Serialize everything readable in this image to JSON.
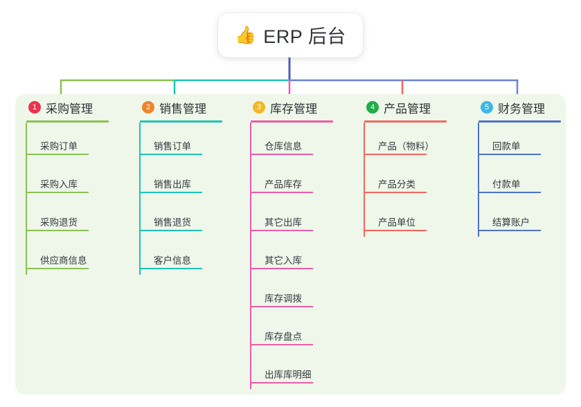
{
  "diagram": {
    "type": "mind-map",
    "root": {
      "title": "ERP 后台",
      "emoji": "👍",
      "emoji_name": "thumbs-up-emoji"
    },
    "panel_color": "#eef7e9",
    "trunk_color": "#4e5bc4",
    "branches": [
      {
        "number": "1",
        "title": "采购管理",
        "badge_color": "#e8344e",
        "rule_color": "#8cc152",
        "connector_color": "#8cc152",
        "items": [
          {
            "label": "采购订单"
          },
          {
            "label": "采购入库"
          },
          {
            "label": "采购退货"
          },
          {
            "label": "供应商信息"
          }
        ]
      },
      {
        "number": "2",
        "title": "销售管理",
        "badge_color": "#f0842c",
        "rule_color": "#1ec3b5",
        "connector_color": "#1ec3b5",
        "items": [
          {
            "label": "销售订单"
          },
          {
            "label": "销售出库"
          },
          {
            "label": "销售退货"
          },
          {
            "label": "客户信息"
          }
        ]
      },
      {
        "number": "3",
        "title": "库存管理",
        "badge_color": "#f5b820",
        "rule_color": "#ea5ca8",
        "connector_color": "#ea5ca8",
        "items": [
          {
            "label": "仓库信息"
          },
          {
            "label": "产品库存"
          },
          {
            "label": "其它出库"
          },
          {
            "label": "其它入库"
          },
          {
            "label": "库存调拨"
          },
          {
            "label": "库存盘点"
          },
          {
            "label": "出库库明细"
          }
        ]
      },
      {
        "number": "4",
        "title": "产品管理",
        "badge_color": "#1fad4a",
        "rule_color": "#f2675e",
        "connector_color": "#f2675e",
        "items": [
          {
            "label": "产品（物料）"
          },
          {
            "label": "产品分类"
          },
          {
            "label": "产品单位"
          }
        ]
      },
      {
        "number": "5",
        "title": "财务管理",
        "badge_color": "#3db6e8",
        "rule_color": "#4e72c4",
        "connector_color": "#6b82d0",
        "items": [
          {
            "label": "回款单"
          },
          {
            "label": "付款单"
          },
          {
            "label": "结算账户"
          }
        ]
      }
    ]
  }
}
